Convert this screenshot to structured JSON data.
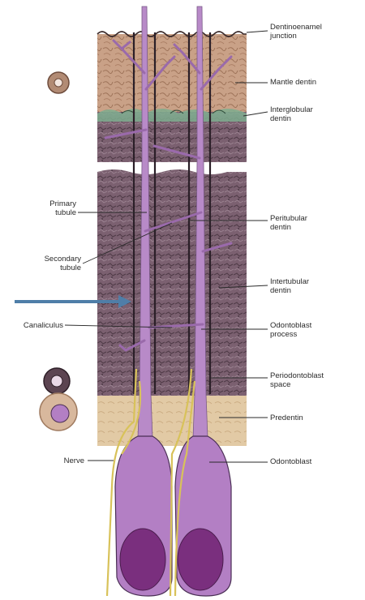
{
  "labels": {
    "dentinoenamel_junction": [
      "Dentinoenamel",
      "junction"
    ],
    "mantle_dentin": [
      "Mantle dentin"
    ],
    "interglobular_dentin": [
      "Interglobular",
      "dentin"
    ],
    "primary_tubule": [
      "Primary",
      "tubule"
    ],
    "peritubular_dentin": [
      "Peritubular",
      "dentin"
    ],
    "secondary_tubule": [
      "Secondary",
      "tubule"
    ],
    "intertubular_dentin": [
      "Intertubular",
      "dentin"
    ],
    "canaliculus": [
      "Canaliculus"
    ],
    "odontoblast_process": [
      "Odontoblast",
      "process"
    ],
    "periodontoblast_space": [
      "Periodontoblast",
      "space"
    ],
    "predentin": [
      "Predentin"
    ],
    "nerve": [
      "Nerve"
    ],
    "odontoblast": [
      "Odontoblast"
    ]
  },
  "colors": {
    "enamel_dentin": "#c9a48c",
    "mantle_dentin": "#c7997c",
    "interglobular": "#7fae8f",
    "intertubular": "#7a5f6d",
    "peritubular": "#3a2a35",
    "process": "#b88ac8",
    "odontoblast": "#b37fc4",
    "nucleus": "#7a2f7e",
    "predentin": "#e3cda8",
    "nerve": "#d8c25a",
    "arrow": "#4f7ea8"
  }
}
